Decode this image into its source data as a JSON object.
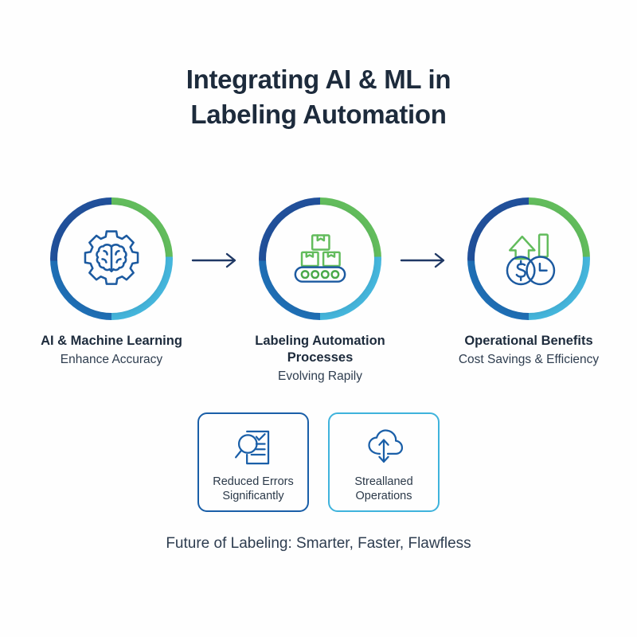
{
  "background_color": "#fefefe",
  "title": {
    "line1": "Integrating AI & ML in",
    "line2": "Labeling Automation"
  },
  "palette": {
    "dark_blue": "#21509a",
    "blue": "#1f6fb5",
    "cyan": "#45b6dc",
    "green": "#62bc5c",
    "text_dark": "#1d2b3c"
  },
  "steps": [
    {
      "icon": "brain-gear-icon",
      "title": "AI & Machine Learning",
      "subtitle": "Enhance Accuracy"
    },
    {
      "icon": "conveyor-belt-boxes-icon",
      "title": "Labeling Automation Processes",
      "subtitle": "Evolving Rapily"
    },
    {
      "icon": "cost-savings-clock-icon",
      "title": "Operational Benefits",
      "subtitle": "Cost Savings & Efficiency"
    }
  ],
  "connectors": [
    {
      "icon": "arrow-right-icon"
    },
    {
      "icon": "arrow-right-icon"
    }
  ],
  "cards": [
    {
      "icon": "magnifier-checklist-icon",
      "label": "Reduced Errors Significantly",
      "border_color": "#1a5fa8"
    },
    {
      "icon": "cloud-sync-icon",
      "label": "Streallaned Operations",
      "border_color": "#3fb3dc"
    }
  ],
  "footer": {
    "text": "Future of Labeling: Smarter, Faster, Flawfless"
  }
}
